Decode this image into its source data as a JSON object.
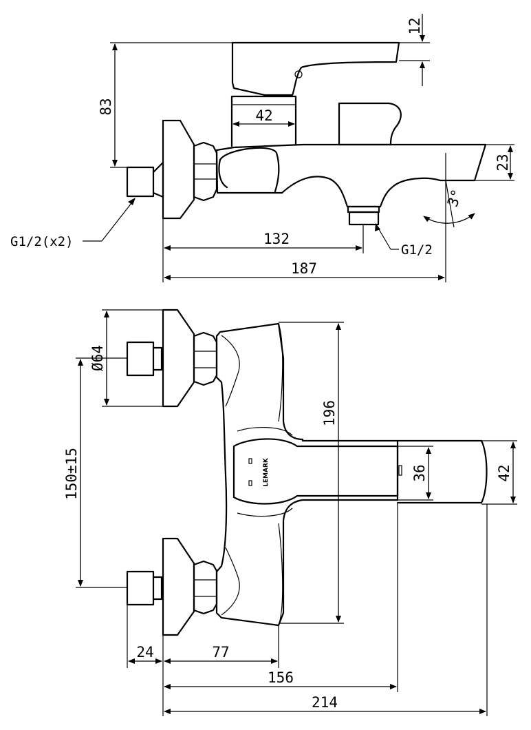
{
  "side_view": {
    "dim_handle_top": "12",
    "dim_height": "83",
    "dim_body_width": "42",
    "dim_spout_height": "23",
    "dim_angle": "3°",
    "dim_outlet_offset": "132",
    "dim_total_depth": "187",
    "label_inlet_thread": "G1/2(x2)",
    "label_outlet_thread": "G1/2"
  },
  "front_view": {
    "dim_flange": "Ø64",
    "dim_centers": "150±15",
    "dim_body_height": "196",
    "dim_lever_36": "36",
    "dim_lever_42": "42",
    "dim_24": "24",
    "dim_77": "77",
    "dim_156": "156",
    "dim_214": "214",
    "brand_logo": "LEMARK"
  }
}
